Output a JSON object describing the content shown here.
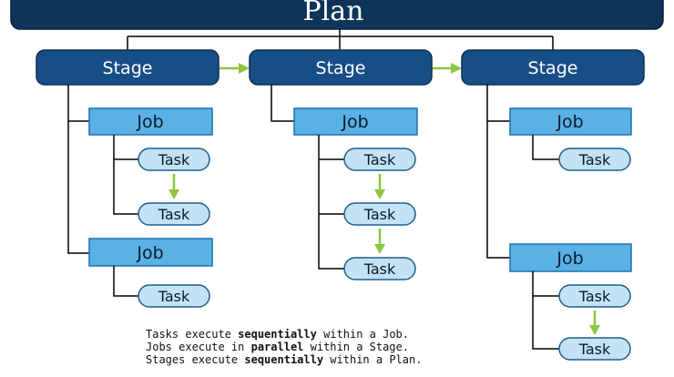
{
  "plan": {
    "label": "Plan"
  },
  "stages": [
    {
      "label": "Stage",
      "jobs": [
        {
          "label": "Job",
          "tasks": [
            "Task",
            "Task"
          ]
        },
        {
          "label": "Job",
          "tasks": [
            "Task"
          ]
        }
      ]
    },
    {
      "label": "Stage",
      "jobs": [
        {
          "label": "Job",
          "tasks": [
            "Task",
            "Task",
            "Task"
          ]
        }
      ]
    },
    {
      "label": "Stage",
      "jobs": [
        {
          "label": "Job",
          "tasks": [
            "Task"
          ]
        },
        {
          "label": "Job",
          "tasks": [
            "Task",
            "Task"
          ]
        }
      ]
    }
  ],
  "legend": [
    {
      "pre": "Tasks execute ",
      "bold": "sequentially",
      "post": " within a Job."
    },
    {
      "pre": "Jobs execute in ",
      "bold": "parallel",
      "post": " within a Stage."
    },
    {
      "pre": "Stages execute ",
      "bold": "sequentially",
      "post": " within a Plan."
    }
  ],
  "colors": {
    "plan": "#0e3559",
    "stage": "#174e86",
    "job": "#59b1e6",
    "task": "#c3e2f4",
    "flow_arrow": "#8cc63f"
  }
}
